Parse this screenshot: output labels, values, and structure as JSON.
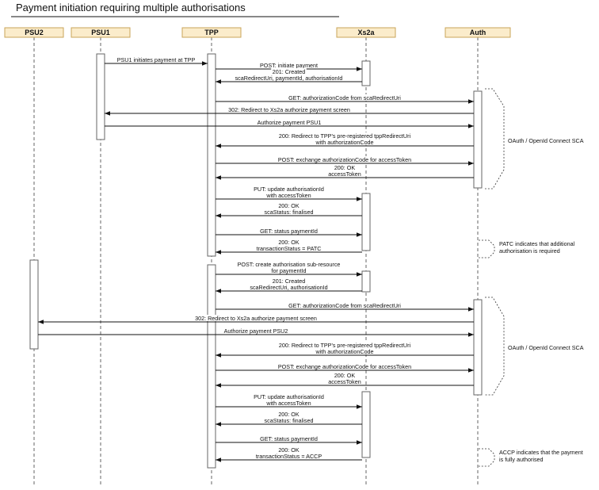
{
  "title": "Payment initiation requiring multiple authorisations",
  "actors": [
    {
      "id": "psu2",
      "label": "PSU2"
    },
    {
      "id": "psu1",
      "label": "PSU1"
    },
    {
      "id": "tpp",
      "label": "TPP"
    },
    {
      "id": "xs2a",
      "label": "Xs2a"
    },
    {
      "id": "auth",
      "label": "Auth"
    }
  ],
  "messages": [
    {
      "from": "psu1",
      "to": "tpp",
      "lines": [
        "PSU1 initiates payment at TPP"
      ]
    },
    {
      "from": "tpp",
      "to": "xs2a",
      "lines": [
        "POST: initiate payment"
      ]
    },
    {
      "from": "xs2a",
      "to": "tpp",
      "lines": [
        "201: Created",
        "scaRedirectUri, paymentId, authorisationId"
      ]
    },
    {
      "from": "tpp",
      "to": "auth",
      "lines": [
        "GET: authorizationCode from scaRedirectUri"
      ]
    },
    {
      "from": "auth",
      "to": "psu1",
      "lines": [
        "302: Redirect to Xs2a authorize payment screen"
      ]
    },
    {
      "from": "psu1",
      "to": "auth",
      "lines": [
        "Authorize payment PSU1"
      ]
    },
    {
      "from": "auth",
      "to": "tpp",
      "lines": [
        "200: Redirect to TPP's pre-registered tppRedirectUri",
        "with authorizationCode"
      ]
    },
    {
      "from": "tpp",
      "to": "auth",
      "lines": [
        "POST: exchange authorizationCode for accessToken"
      ]
    },
    {
      "from": "auth",
      "to": "tpp",
      "lines": [
        "200: OK",
        "accessToken"
      ]
    },
    {
      "from": "tpp",
      "to": "xs2a",
      "lines": [
        "PUT: update authorisationId",
        "with accessToken"
      ]
    },
    {
      "from": "xs2a",
      "to": "tpp",
      "lines": [
        "200: OK",
        "scaStatus: finalised"
      ]
    },
    {
      "from": "tpp",
      "to": "xs2a",
      "lines": [
        "GET: status paymentId"
      ]
    },
    {
      "from": "xs2a",
      "to": "tpp",
      "lines": [
        "200: OK",
        "transactionStatus = PATC"
      ]
    },
    {
      "from": "tpp",
      "to": "xs2a",
      "lines": [
        "POST: create authorisation sub-resource",
        "for paymentId"
      ]
    },
    {
      "from": "xs2a",
      "to": "tpp",
      "lines": [
        "201: Created",
        "scaRedirectUri, authorisationId"
      ]
    },
    {
      "from": "tpp",
      "to": "auth",
      "lines": [
        "GET: authorizationCode from scaRedirectUri"
      ]
    },
    {
      "from": "auth",
      "to": "psu2",
      "lines": [
        "302: Redirect to Xs2a authorize payment screen"
      ]
    },
    {
      "from": "psu2",
      "to": "auth",
      "lines": [
        "Authorize payment PSU2"
      ]
    },
    {
      "from": "auth",
      "to": "tpp",
      "lines": [
        "200: Redirect to TPP's pre-registered tppRedirectUri",
        "with authorizationCode"
      ]
    },
    {
      "from": "tpp",
      "to": "auth",
      "lines": [
        "POST: exchange authorizationCode for accessToken"
      ]
    },
    {
      "from": "auth",
      "to": "tpp",
      "lines": [
        "200: OK",
        "accessToken"
      ]
    },
    {
      "from": "tpp",
      "to": "xs2a",
      "lines": [
        "PUT: update authorisationId",
        "with accessToken"
      ]
    },
    {
      "from": "xs2a",
      "to": "tpp",
      "lines": [
        "200: OK",
        "scaStatus: finalised"
      ]
    },
    {
      "from": "tpp",
      "to": "xs2a",
      "lines": [
        "GET: status paymentId"
      ]
    },
    {
      "from": "xs2a",
      "to": "tpp",
      "lines": [
        "200: OK",
        "transactionStatus = ACCP"
      ]
    }
  ],
  "notes": [
    {
      "lines": [
        "OAuth / OpenId Connect SCA"
      ]
    },
    {
      "lines": [
        "PATC indicates that additional",
        "authorisation is required"
      ]
    },
    {
      "lines": [
        "OAuth / OpenId Connect SCA"
      ]
    },
    {
      "lines": [
        "ACCP indicates that the payment",
        "is fully authorised"
      ]
    }
  ]
}
